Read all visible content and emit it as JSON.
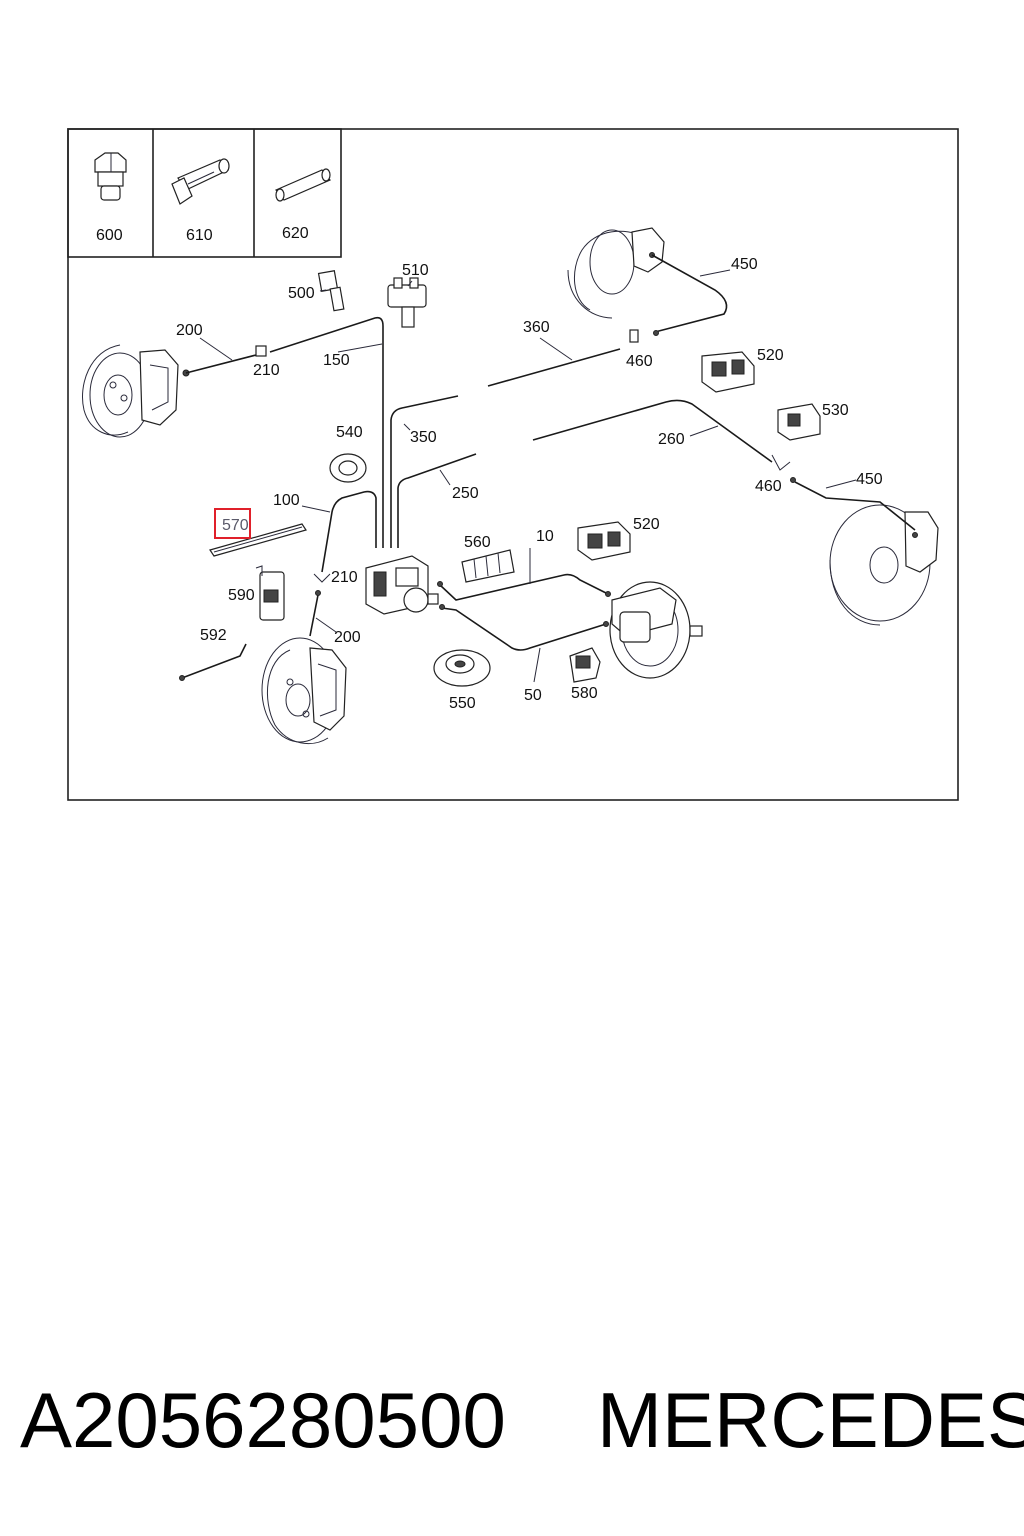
{
  "legend_cells": [
    {
      "label": "600",
      "icon": "nut-icon"
    },
    {
      "label": "610",
      "icon": "sleeve-nut-icon"
    },
    {
      "label": "620",
      "icon": "pin-icon"
    }
  ],
  "callouts": {
    "c500": "500",
    "c510": "510",
    "c200a": "200",
    "c210a": "210",
    "c150": "150",
    "c360": "360",
    "c460a": "460",
    "c450a": "450",
    "c520a": "520",
    "c530": "530",
    "c540": "540",
    "c350": "350",
    "c260": "260",
    "c460b": "460",
    "c450b": "450",
    "c100": "100",
    "c250": "250",
    "c570": "570",
    "c560": "560",
    "c10": "10",
    "c520b": "520",
    "c210b": "210",
    "c590": "590",
    "c592": "592",
    "c200b": "200",
    "c550": "550",
    "c50": "50",
    "c580": "580"
  },
  "highlight_color": "#e0202a",
  "caption": {
    "part_number": "A2056280500",
    "brand": "MERCEDES"
  }
}
